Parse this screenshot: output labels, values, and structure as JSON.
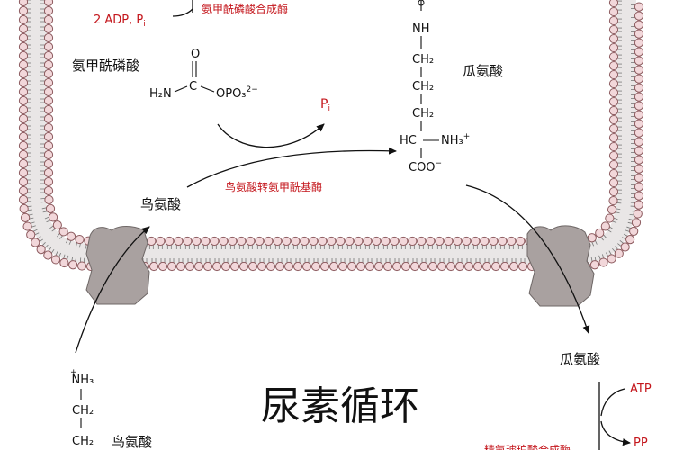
{
  "title": "尿素循环",
  "colors": {
    "membrane_head": "#f2d7da",
    "membrane_head_stroke": "#8c5a5e",
    "transporter": "#a9a1a0",
    "enzyme_text": "#c4161c"
  },
  "labels": {
    "adp_pi": "2 ADP, P",
    "adp_pi_sub": "i",
    "enzyme_cps": "氨甲酰磷酸合成酶",
    "carbamoyl_phosphate": "氨甲酰磷酸",
    "pi": "P",
    "pi_sub": "i",
    "enzyme_otc": "鸟氨酸转氨甲酰基酶",
    "ornithine_inside": "鸟氨酸",
    "citrulline_inside": "瓜氨酸",
    "citrulline_outside": "瓜氨酸",
    "ornithine_outside": "鸟氨酸",
    "atp": "ATP",
    "ppi": "PP",
    "enzyme_ass_partial": "精氨琥珀酸合成酶"
  },
  "carbamoyl_structure": {
    "o": "O",
    "c": "C",
    "h2n": "H₂N",
    "opo3": "OPO₃",
    "charge": "2−"
  },
  "citrulline_structure": {
    "nh": "NH",
    "ch2_1": "CH₂",
    "ch2_2": "CH₂",
    "ch2_3": "CH₂",
    "hc": "HC",
    "nh3": "NH₃",
    "plus": "+",
    "coo": "COO",
    "minus": "−"
  },
  "ornithine_structure": {
    "nh3": "NH₃",
    "plus": "+",
    "ch2_1": "CH₂",
    "ch2_2": "CH₂"
  }
}
